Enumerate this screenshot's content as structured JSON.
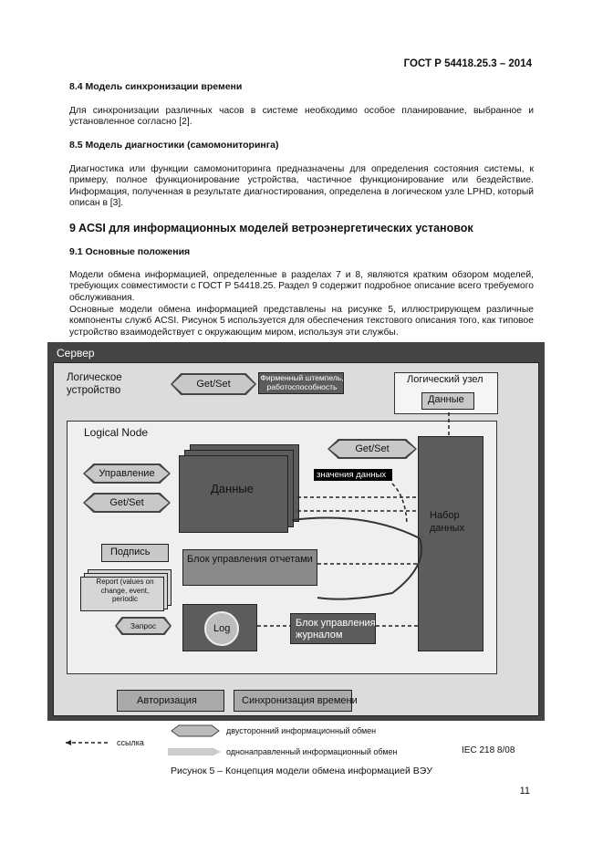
{
  "header": {
    "standard": "ГОСТ Р 54418.25.3 – 2014"
  },
  "s84": {
    "heading": "8.4 Модель синхронизации времени",
    "text": "Для синхронизации различных часов в системе необходимо особое планирование, выбранное и установленное согласно [2]."
  },
  "s85": {
    "heading": "8.5 Модель диагностики (самомониторинга)",
    "text": "Диагностика или функции самомониторинга предназначены для определения состояния системы, к примеру, полное функционирование устройства, частичное функционирование или бездействие. Информация, полученная в результате диагностирования, определена в логическом узле LPHD, который описан в [3]."
  },
  "s9": {
    "heading": "9 ACSI для информационных моделей ветроэнергетических установок"
  },
  "s91": {
    "heading": "9.1 Основные положения",
    "p1": "Модели обмена информацией, определенные в разделах 7 и 8, являются кратким обзором моделей, требующих совместимости с ГОСТ Р 54418.25. Раздел 9 содержит подробное описание всего требуемого обслуживания.",
    "p2": "Основные модели обмена информацией представлены на рисунке 5, иллюстрирующем различные компоненты служб ACSI. Рисунок 5 используется для обеспечения текстового описания того, как типовое устройство взаимодействует с окружающим миром, используя эти службы."
  },
  "figure": {
    "server": "Сервер",
    "logical_device": "Логическое устройство",
    "get_set_top": "Get/Set",
    "nameplate": "Фирменный штемпель, работоспособность",
    "logical_node_box": "Логический узел",
    "data_small": "Данные",
    "logical_node": "Logical Node",
    "get_set_right": "Get/Set",
    "control": "Управление",
    "get_set_left": "Get/Set",
    "data_big": "Данные",
    "values_tag": "значения данных",
    "data_set": "Набор данных",
    "subscribe": "Подпись",
    "report_block": "Блок управления отчетами",
    "report": "Report (values on change, event, periodic",
    "query": "Запрос",
    "log": "Log",
    "log_block": "Блок управления журналом",
    "authorization": "Авторизация",
    "time_sync": "Синхронизация времени"
  },
  "legend": {
    "link": "ссылка",
    "two_way": "двусторонний информационный обмен",
    "one_way": "однонаправленный информационный обмен",
    "iec": "IEC   218 8/08"
  },
  "caption": "Рисунок 5 – Концепция модели обмена информацией ВЭУ",
  "page_number": "11"
}
